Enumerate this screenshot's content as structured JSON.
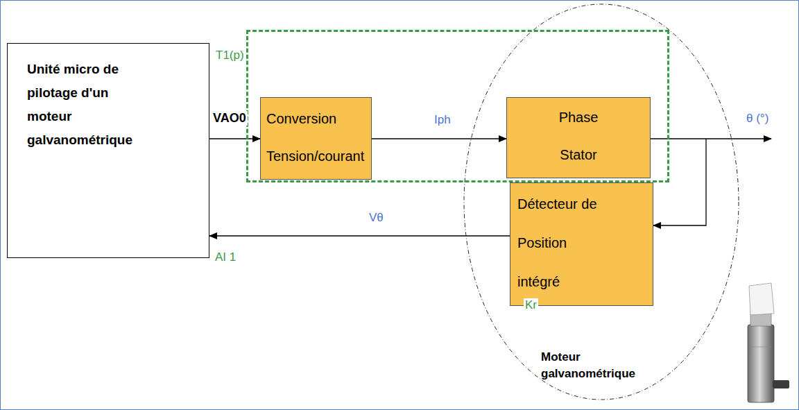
{
  "diagram": {
    "nodes": [
      {
        "text": [
          "Unité micro de pilotage d'un moteur galvanométrique"
        ]
      },
      {
        "text": [
          "T1(p)"
        ]
      },
      {
        "text": [
          "Conversion Tension/courant"
        ],
        "in": 1
      },
      {
        "text": [
          "Phase Stator"
        ],
        "in": 1
      },
      {
        "text": [
          "Moteur galvanométrique"
        ]
      },
      {
        "text": [
          "Détecteur de Position intégré"
        ],
        "in": 4
      }
    ],
    "edges": [
      {
        "from": 0,
        "to": 2,
        "arrow": "to",
        "label": "VAO0"
      },
      {
        "from": 2,
        "to": 3,
        "arrow": "to",
        "label": "Iph"
      },
      {
        "from": 3,
        "to": 5,
        "arrow": "to"
      },
      {
        "from": 5,
        "to": 0,
        "arrow": "to",
        "label": "Vθ"
      }
    ],
    "labels": [
      "θ (°)",
      "AI 1",
      "Kr"
    ]
  }
}
